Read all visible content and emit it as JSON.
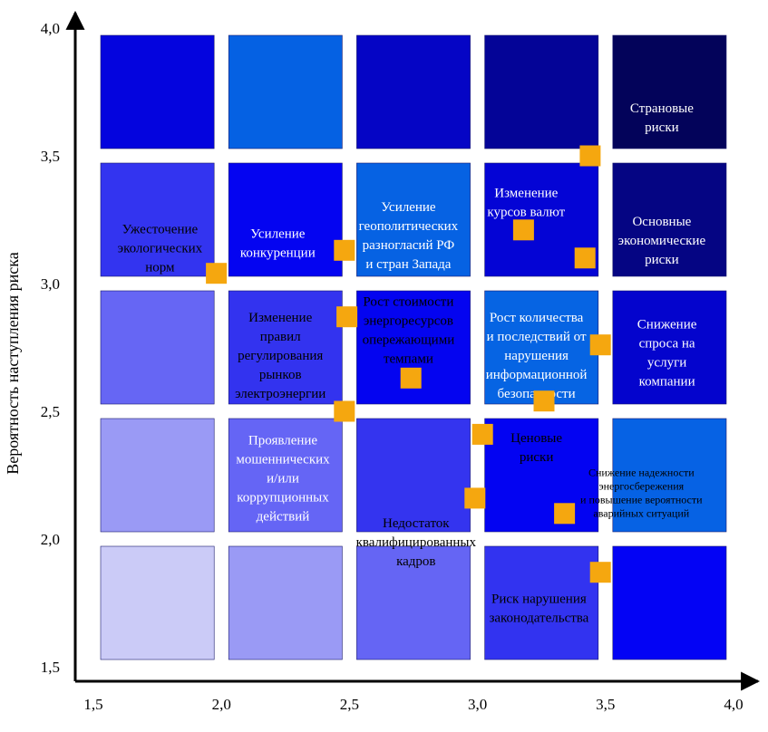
{
  "chart_data": {
    "type": "heatmap",
    "title": "",
    "xlabel": "",
    "ylabel": "Вероятность наступления риска",
    "xlim": [
      1.5,
      4.0
    ],
    "ylim": [
      1.5,
      4.0
    ],
    "x_ticks": [
      "1,5",
      "2,0",
      "2,5",
      "3,0",
      "3,5",
      "4,0"
    ],
    "y_ticks": [
      "1,5",
      "2,0",
      "2,5",
      "3,0",
      "3,5",
      "4,0"
    ],
    "grid_columns": 5,
    "grid_rows": 5,
    "cell_colors": [
      [
        "#0404de",
        "#0561e3",
        "#0505c5",
        "#040497",
        "#03035a"
      ],
      [
        "#3334f0",
        "#0404f1",
        "#0662e3",
        "#0404d5",
        "#050583"
      ],
      [
        "#6666f4",
        "#3333ef",
        "#0404f0",
        "#0664e3",
        "#0404cd"
      ],
      [
        "#9a9af5",
        "#6565f5",
        "#3434ef",
        "#0303f2",
        "#0662e4"
      ],
      [
        "#cbcbf7",
        "#9a9af5",
        "#6565f4",
        "#3233f0",
        "#0303f5"
      ]
    ],
    "marker_color": "#f5a70f",
    "points": [
      {
        "x": 1.98,
        "y": 3.04,
        "label": "Ужесточение экологических норм"
      },
      {
        "x": 2.48,
        "y": 3.13,
        "label": "Усиление конкуренции"
      },
      {
        "x": 2.49,
        "y": 2.87,
        "label": "Изменение правил регулирования рынков электроэнергии"
      },
      {
        "x": 2.48,
        "y": 2.5,
        "label": "Проявление мошеннических и/или коррупционных действий"
      },
      {
        "x": 2.74,
        "y": 2.63,
        "label": "Рост стоимости энергоресурсов опережающими темпами"
      },
      {
        "x": 3.18,
        "y": 3.21,
        "label": "Изменение курсов валют"
      },
      {
        "x": 3.44,
        "y": 3.5,
        "label": "Страновые риски"
      },
      {
        "x": 3.42,
        "y": 3.1,
        "label": "Основные экономические риски"
      },
      {
        "x": 3.26,
        "y": 2.54,
        "label": "Рост количества и последствий от нарушения информационной безопасности"
      },
      {
        "x": 3.48,
        "y": 2.76,
        "label": "Снижение спроса на услуги компании"
      },
      {
        "x": 3.02,
        "y": 2.41,
        "label": "Ценовые риски"
      },
      {
        "x": 2.99,
        "y": 2.16,
        "label": "Недостаток квалифицированных кадров"
      },
      {
        "x": 3.34,
        "y": 2.1,
        "label": "Снижение надежности энергосбережения и повышение вероятности аварийных ситуаций"
      },
      {
        "x": 3.48,
        "y": 1.87,
        "label": "Риск нарушения законодательства"
      }
    ],
    "annotations": [
      {
        "lines": [
          "Страновые",
          "риски"
        ],
        "x": 3.72,
        "y": 3.65,
        "color": "#ffffff",
        "size": "normal"
      },
      {
        "lines": [
          "Ужесточение",
          "экологических",
          "норм"
        ],
        "x": 1.76,
        "y": 3.14,
        "color": "#000000",
        "size": "normal"
      },
      {
        "lines": [
          "Усиление",
          "конкуренции"
        ],
        "x": 2.22,
        "y": 3.16,
        "color": "#ffffff",
        "size": "normal"
      },
      {
        "lines": [
          "Усиление",
          "геополитических",
          "разногласий РФ",
          "и стран Запада"
        ],
        "x": 2.73,
        "y": 3.19,
        "color": "#ffffff",
        "size": "normal"
      },
      {
        "lines": [
          "Изменение",
          "курсов валют"
        ],
        "x": 3.19,
        "y": 3.32,
        "color": "#ffffff",
        "size": "normal"
      },
      {
        "lines": [
          "Основные",
          "экономические",
          "риски"
        ],
        "x": 3.72,
        "y": 3.17,
        "color": "#ffffff",
        "size": "normal"
      },
      {
        "lines": [
          "Изменение",
          "правил",
          "регулирования",
          "рынков",
          "электроэнергии"
        ],
        "x": 2.23,
        "y": 2.72,
        "color": "#000000",
        "size": "normal"
      },
      {
        "lines": [
          "Рост стоимости",
          "энергоресурсов",
          "опережающими",
          "темпами"
        ],
        "x": 2.73,
        "y": 2.82,
        "color": "#000000",
        "size": "normal"
      },
      {
        "lines": [
          "Рост количества",
          "и последствий от",
          "нарушения",
          "информационной",
          "безопасности"
        ],
        "x": 3.23,
        "y": 2.72,
        "color": "#ffffff",
        "size": "normal"
      },
      {
        "lines": [
          "Снижение",
          "спроса на",
          "услуги",
          "компании"
        ],
        "x": 3.74,
        "y": 2.73,
        "color": "#ffffff",
        "size": "normal"
      },
      {
        "lines": [
          "Проявление",
          "мошеннических",
          "и/или",
          "коррупционных",
          "действий"
        ],
        "x": 2.24,
        "y": 2.24,
        "color": "#ffffff",
        "size": "normal"
      },
      {
        "lines": [
          "Ценовые",
          "риски"
        ],
        "x": 3.23,
        "y": 2.36,
        "color": "#000000",
        "size": "normal"
      },
      {
        "lines": [
          "Снижение надежности",
          "энергосбережения",
          "и повышение вероятности",
          "аварийных ситуаций"
        ],
        "x": 3.64,
        "y": 2.18,
        "color": "#000000",
        "size": "small"
      },
      {
        "lines": [
          "Недостаток",
          "квалифицированных",
          "кадров"
        ],
        "x": 2.76,
        "y": 1.99,
        "color": "#000000",
        "size": "normal"
      },
      {
        "lines": [
          "Риск нарушения",
          "законодательства"
        ],
        "x": 3.24,
        "y": 1.73,
        "color": "#000000",
        "size": "normal"
      }
    ]
  }
}
